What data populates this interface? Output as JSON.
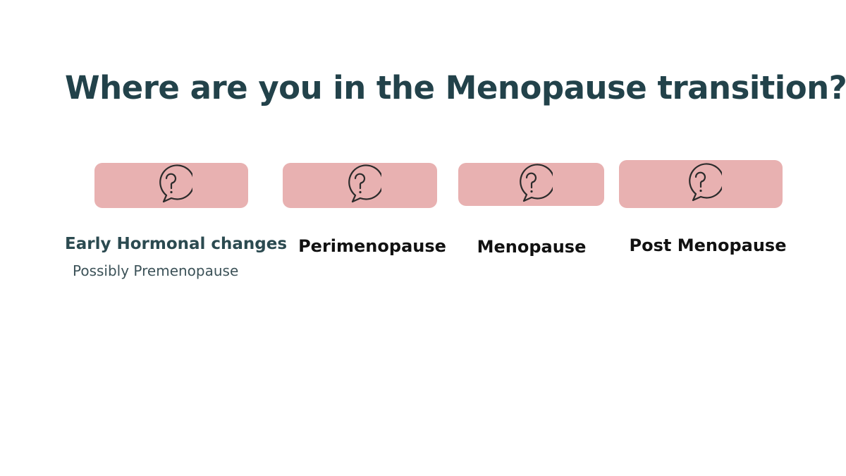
{
  "title": "Where are you in the Menopause transition?",
  "stages": [
    {
      "label": "Early Hormonal changes",
      "sublabel": "Possibly Premenopause",
      "icon": "question-speech-bubble-icon"
    },
    {
      "label": "Perimenopause",
      "icon": "question-speech-bubble-icon"
    },
    {
      "label": "Menopause",
      "icon": "question-speech-bubble-icon"
    },
    {
      "label": "Post Menopause",
      "icon": "question-speech-bubble-icon"
    }
  ],
  "colors": {
    "title": "#22424a",
    "card": "#e8b1b1",
    "icon_stroke": "#2b2b2b",
    "label": "#111111",
    "label_first": "#2b4a50",
    "sublabel": "#3c5258",
    "background": "#ffffff"
  }
}
